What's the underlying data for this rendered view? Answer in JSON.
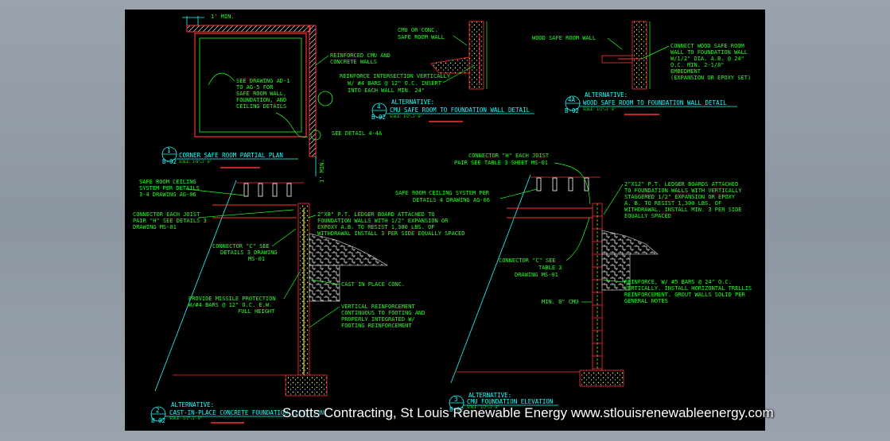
{
  "colors": {
    "background": "#9aa3ad",
    "drawing_bg": "#000000",
    "note_text": "#22ff22",
    "title_text": "#22ffff",
    "wall_lines": "#ff3333",
    "hatch": "#ffffff",
    "concrete_fill": "#ffff66"
  },
  "watermark": "Scotts Contracting, St Louis Renewable Energy www.stlouisrenewableenergy.com",
  "detail1": {
    "dim_top": "1' MIN.",
    "dim_side": "1' MIN.",
    "note_walls": [
      "REINFORCED CMU AND",
      "CONCRETE WALLS"
    ],
    "note_see": [
      "SEE DRAWING AD-1",
      "TO AG-5  FOR",
      "SAFE ROOM WALL,",
      "FOUNDATION, AND",
      "CEILING DETAILS"
    ],
    "see_detail": "SEE DETAIL 4-4A",
    "bubble_num": "1",
    "sheet": "B-02",
    "title": "CORNER SAFE ROOM PARTIAL PLAN",
    "scale": "SCALE: 1/8\"=1'-0\""
  },
  "detail4": {
    "note_wall": [
      "CMU OR CONC.",
      "SAFE ROOM WALL"
    ],
    "note_reinf": [
      "REINFORCE INTERSECTION VERTICALLY",
      "W/ #4 BARS @ 12\" O.C. INSERT",
      "INTO EACH WALL MIN. 24\""
    ],
    "alt": "ALTERNATIVE:",
    "bubble_num": "4",
    "sheet": "B-02",
    "title": "CMU SAFE ROOM TO FOUNDATION WALL DETAIL",
    "scale": "SCALE: 1/2\"=1'-0\""
  },
  "detail4a": {
    "note_wall": "WOOD SAFE ROOM WALL",
    "note_connect": [
      "CONNECT WOOD SAFE ROOM",
      "WALL TO FOUNDATION WALL",
      "W/1/2\" DIA. A.B. @ 24\"",
      "O.C. MIN. 2-1/8\"",
      "EMBEDMENT",
      "(EXPANSION OR EPOXY SET)"
    ],
    "alt": "ALTERNATIVE:",
    "bubble_num": "4A",
    "sheet": "B-02",
    "title": "WOOD SAFE ROOM TO FOUNDATION WALL DETAIL",
    "scale": "SCALE: 1/2\"=1'-0\""
  },
  "detail2": {
    "note_ceiling": [
      "SAFE ROOM CEILING",
      "SYSTEM PER DETAILS",
      "3-4 DRAWING AG-06"
    ],
    "note_connector_h": [
      "CONNECTOR EACH JOIST",
      "PAIR \"H\" SEE DETAILS 3",
      "DRAWING MS-01"
    ],
    "note_ledger": [
      "2\"X8\" P.T. LEDGER BOARD ATTACHED TO",
      "FOUNDATION WALLS WITH 1/2\" EXPANSION OR",
      "EXPOXY A.B. TO RESIST 1,300 LBS. OF",
      "WITHDRAWAL INSTALL 3 PER SIDE EQUALLY SPACED"
    ],
    "note_connector_c": [
      "CONNECTOR \"C\" SEE",
      "DETAILS 3 DRAWING",
      "MS-01"
    ],
    "note_cast": "CAST IN PLACE CONC.",
    "note_missile": [
      "PROVIDE MISSILE PROTECTION",
      "W/#4 BARS @ 12\" O.C. E.W.",
      "FULL HEIGHT"
    ],
    "note_vertical": [
      "VERTICAL REINFORCEMENT",
      "CONTINUOUS TO FOOTING AND",
      "PROPERLY INTEGRATED W/",
      "FOOTING REINFORCEMENT"
    ],
    "alt": "ALTERNATIVE:",
    "bubble_num": "2",
    "sheet": "B-02",
    "title": "CAST-IN-PLACE CONCRETE FOUNDATION ELEVATION",
    "scale": "SCALE: 1/2\"=1'-0\""
  },
  "detail3": {
    "note_connector_h": [
      "CONNECTOR \"H\" EACH JOIST",
      "PAIR SEE TABLE 3 SHEET MS-01"
    ],
    "note_ceiling": [
      "SAFE ROOM CEILING SYSTEM PER",
      "DETAILS 4 DRAWING AG-06"
    ],
    "note_ledger": [
      "2\"X12\" P.T. LEDGER BOARDS ATTACHED",
      "TO FOUNDATION WALLS WITH VERTICALLY",
      "STAGGERED 1/2\" EXPANSION OR EPOXY",
      "A. B. TO RESIST 1,300 LBS. OF",
      "WITHDRAWAL.  INSTALL MIN. 3 PER SIDE",
      "EQUALLY SPACED"
    ],
    "note_connector_c": [
      "CONNECTOR \"C\" SEE",
      "TABLE 3",
      "DRAWING MS-01"
    ],
    "note_reinforce": [
      "REINFORCE, W/ #5 BARS @ 24\" O.C.",
      "VERTICALLY. INSTALL HORIZONTAL TRELLIS",
      "REINFORCEMENT. GROUT WALLS SOLID PER",
      "GENERAL NOTES"
    ],
    "note_cmu": "MIN. 8\" CMU",
    "alt": "ALTERNATIVE:",
    "bubble_num": "3",
    "sheet": "B-02",
    "title": "CMU FOUNDATION ELEVATION",
    "scale": "SCALE: 1/2\"=1'-0\""
  }
}
